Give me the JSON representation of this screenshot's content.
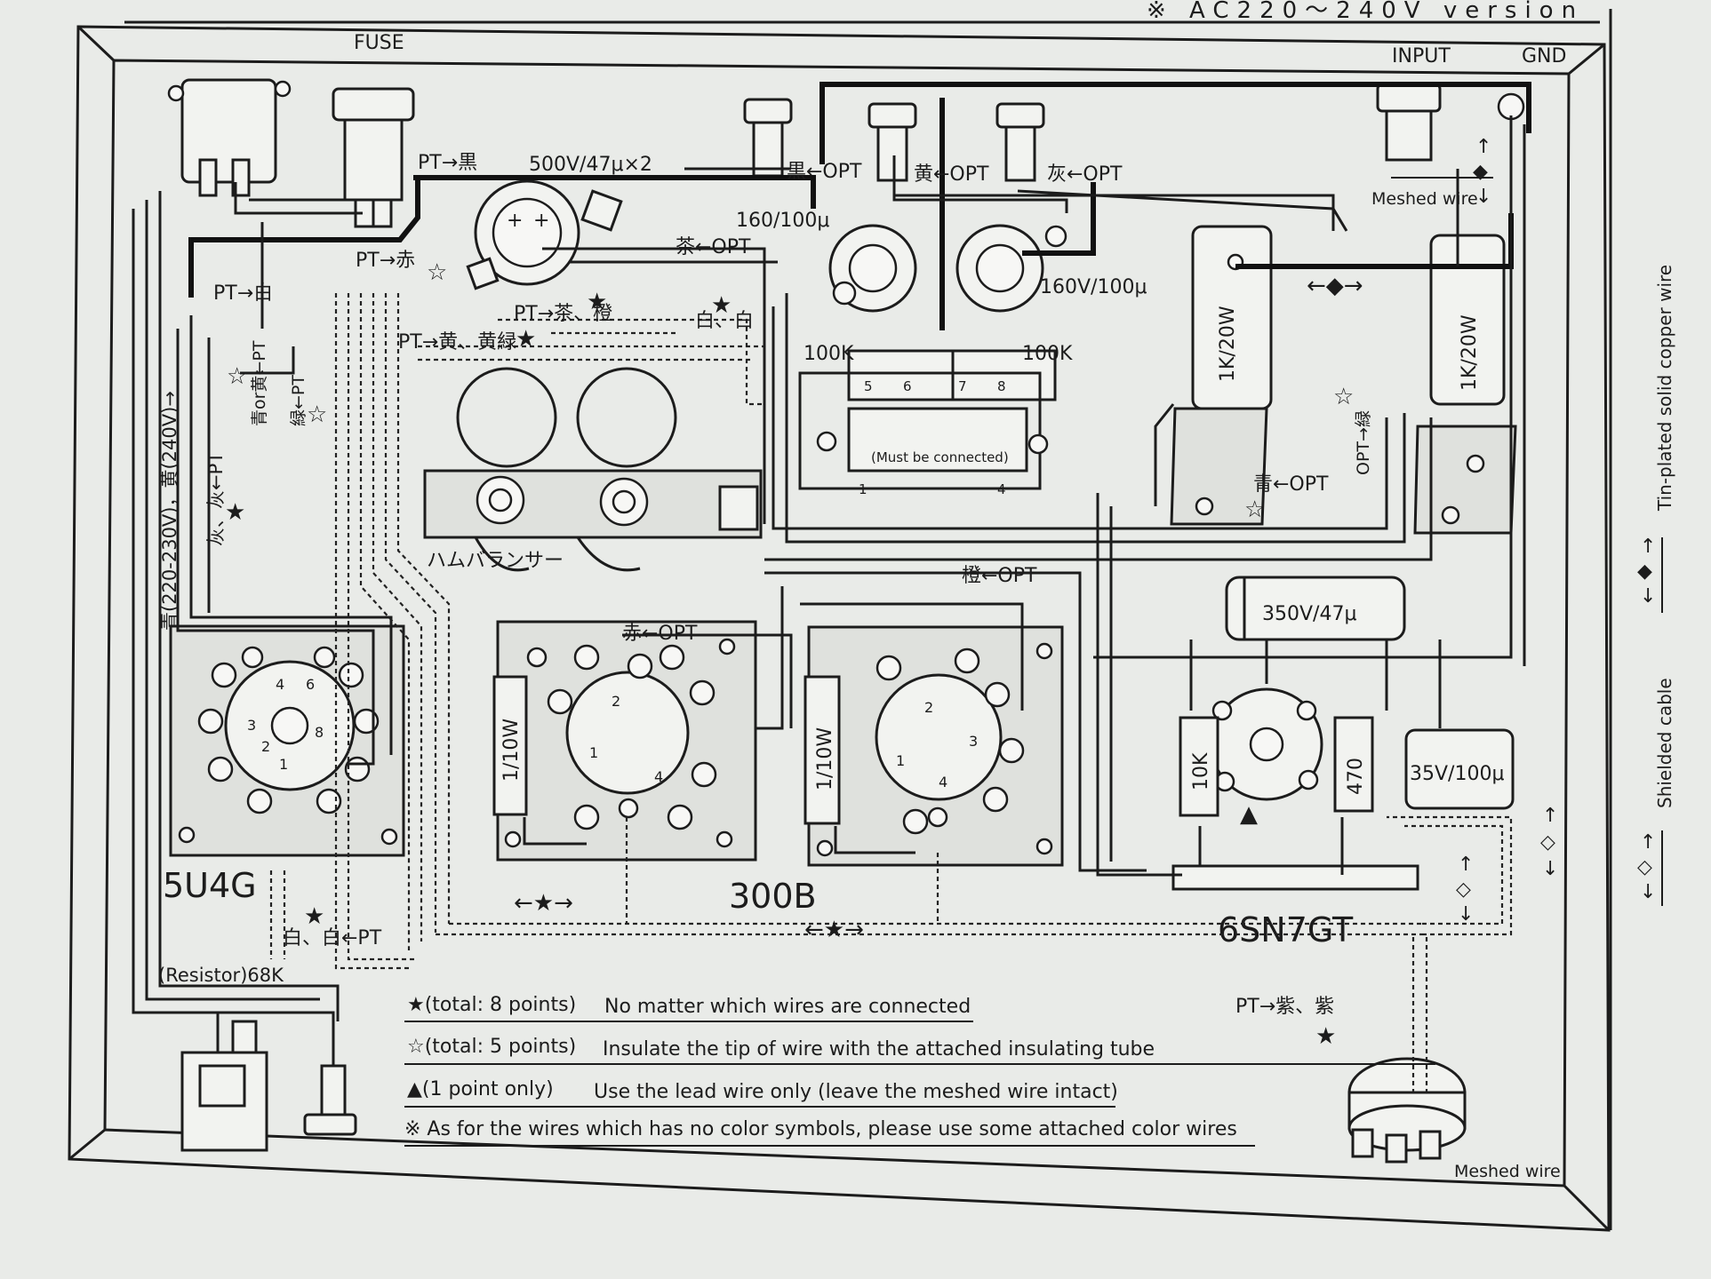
{
  "header": {
    "version_note": "※ AC220～240V version",
    "fuse": "FUSE",
    "input": "INPUT",
    "gnd": "GND"
  },
  "wire_labels": {
    "pt_black": "PT→黒",
    "cap_500v": "500V/47μ×2",
    "black_opt": "黒←OPT",
    "yellow_opt": "黄←OPT",
    "gray_opt": "灰←OPT",
    "meshed_wire_top": "Meshed wire",
    "cap_160_left": "160/100μ",
    "brown_opt": "茶←OPT",
    "pt_red": "PT→赤",
    "cap_160_right": "160V/100μ",
    "pt_white": "PT→白",
    "pt_brown_orange": "PT→茶、橙",
    "white_white_top": "白、白",
    "pt_yellow_brown": "PT→黄、黄緑",
    "blue_or_yellow": "青or黄←PT",
    "green_pt": "緑←PT",
    "ac_220_230": "青(220-230V)，黄(240V)→",
    "gray_gray": "灰、灰←PT",
    "r_100k_left": "100K",
    "r_100k_right": "100K",
    "must_connect": "(Must be connected)",
    "r_1k_left": "1K/20W",
    "r_1k_right": "1K/20W",
    "opt_green": "OPT→緑",
    "blue_opt": "青←OPT",
    "hum_balancer": "ハムバランサー",
    "orange_opt": "橙←OPT",
    "red_opt": "赤←OPT",
    "cap_350v": "350V/47μ",
    "r_1_10w_left": "1/10W",
    "r_1_10w_right": "1/10W",
    "r_10k": "10K",
    "r_470": "470",
    "cap_35v": "35V/100μ",
    "white_white_pt": "白、白←PT",
    "resistor_68k": "(Resistor)68K",
    "pt_purple": "PT→紫、紫",
    "meshed_wire_bottom": "Meshed wire",
    "pin_5": "5",
    "pin_6": "6",
    "pin_7": "7",
    "pin_8": "8",
    "pin_1": "1",
    "pin_4": "4",
    "pin_2": "2",
    "pin_3": "3",
    "u_pin_2": "2",
    "u_pin_8": "8",
    "u_pin_4": "4",
    "u_pin_6": "6",
    "u_pin_1": "1"
  },
  "tubes": {
    "rectifier": "5U4G",
    "power": "300B",
    "driver": "6SN7GT"
  },
  "legend": [
    {
      "symbol": "★(total: 8 points)",
      "text": "No matter which wires are connected"
    },
    {
      "symbol": "☆(total: 5 points)",
      "text": "Insulate the tip of wire with the attached insulating tube"
    },
    {
      "symbol": "▲(1 point only)",
      "text": "Use the lead wire only (leave the meshed wire intact)"
    },
    {
      "symbol": "",
      "text": "※ As for the wires which has no color symbols, please use some attached color wires"
    }
  ],
  "side_legend": {
    "tin_plated": "Tin-plated solid copper wire",
    "shielded": "Shielded cable"
  }
}
